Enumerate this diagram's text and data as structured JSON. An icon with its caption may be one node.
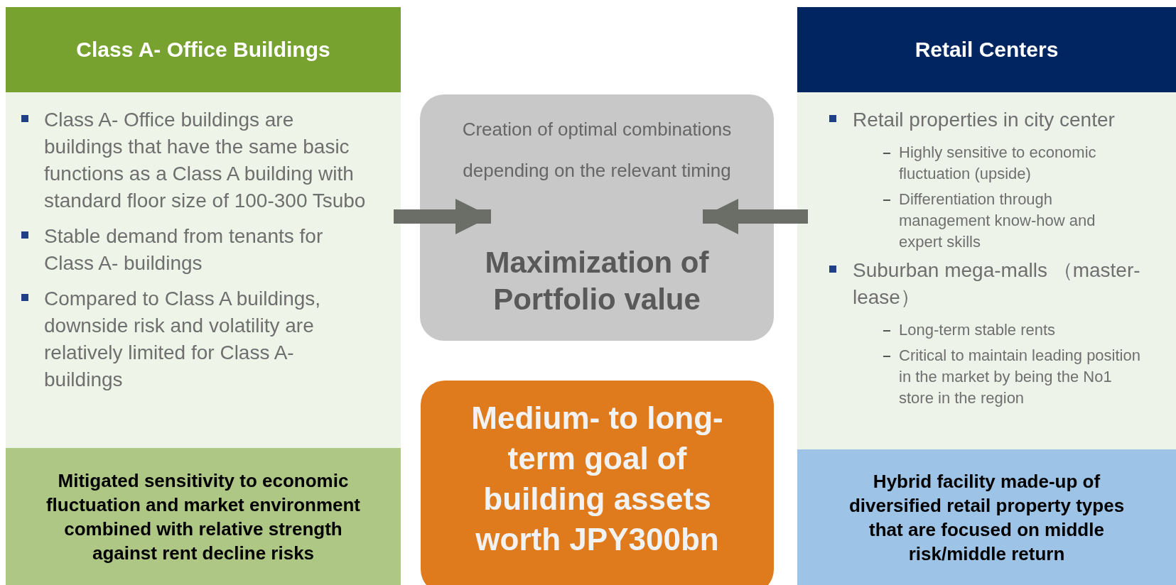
{
  "diagram": {
    "nodes": [
      {
        "text": [
          "Class A- Office Buildings"
        ]
      },
      {
        "text": [
          "Class A- Office buildings are buildings that have the same basic functions as a Class A building with standard floor size of 100-300 Tsubo",
          "Stable demand from tenants for Class A- buildings",
          "Compared to Class A buildings, downside risk and volatility are relatively limited for Class A- buildings"
        ]
      },
      {
        "text": [
          "Mitigated sensitivity to economic fluctuation and market environment combined with relative strength against rent decline risks"
        ]
      },
      {
        "text": [
          "Creation of optimal combinations depending on the relevant timing",
          "Maximization of Portfolio value"
        ]
      },
      {
        "text": [
          "Medium- to long-term goal of building assets worth JPY300bn"
        ]
      },
      {
        "text": [
          "Retail Centers"
        ]
      },
      {
        "text": [
          "Retail properties in city center",
          "Highly sensitive to economic fluctuation (upside)",
          "Differentiation through management know-how and expert skills",
          "Suburban mega-malls （master-lease）",
          "Long-term stable rents",
          "Critical to maintain leading position in the market by being the No1 store in the region"
        ]
      },
      {
        "text": [
          "Hybrid facility made-up of diversified retail property types that are focused on middle risk/middle return"
        ]
      }
    ],
    "edges": [
      {
        "from": 1,
        "to": 3,
        "arrow": "to"
      },
      {
        "from": 6,
        "to": 3,
        "arrow": "to"
      }
    ]
  }
}
